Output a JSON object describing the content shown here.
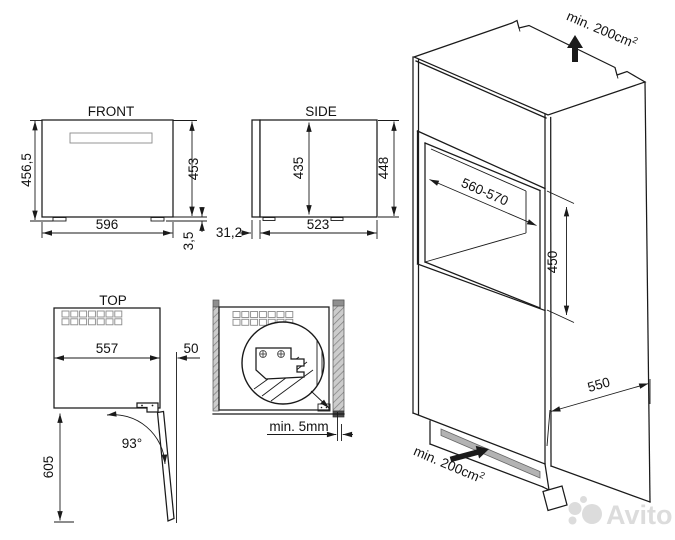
{
  "drawing": {
    "front": {
      "title": "FRONT",
      "dim_height_total": "456,5",
      "dim_height": "453",
      "dim_width": "596",
      "dim_feet": "3,5"
    },
    "side": {
      "title": "SIDE",
      "dim_inner_height": "435",
      "dim_height": "448",
      "dim_door": "31,2",
      "dim_depth": "523"
    },
    "top": {
      "title": "TOP",
      "dim_width": "557",
      "dim_side_gap": "50",
      "dim_angle": "93°",
      "dim_open_depth": "605"
    },
    "detail": {
      "dim_clearance": "min. 5mm"
    },
    "cabinet3d": {
      "vent_top": "min. 200cm",
      "vent_top_sup": "2",
      "vent_bottom": "min. 200cm",
      "vent_bottom_sup": "2",
      "dim_niche_width": "560-570",
      "dim_niche_height": "450",
      "dim_depth": "550"
    }
  },
  "watermark": {
    "brand": "Avito"
  },
  "colors": {
    "line": "#1a1a1a",
    "hatch_fill": "#cccccc",
    "hatch_line": "#7d7d7d",
    "vent_strip": "#b3b3b3",
    "watermark": "#dcdcdc"
  }
}
